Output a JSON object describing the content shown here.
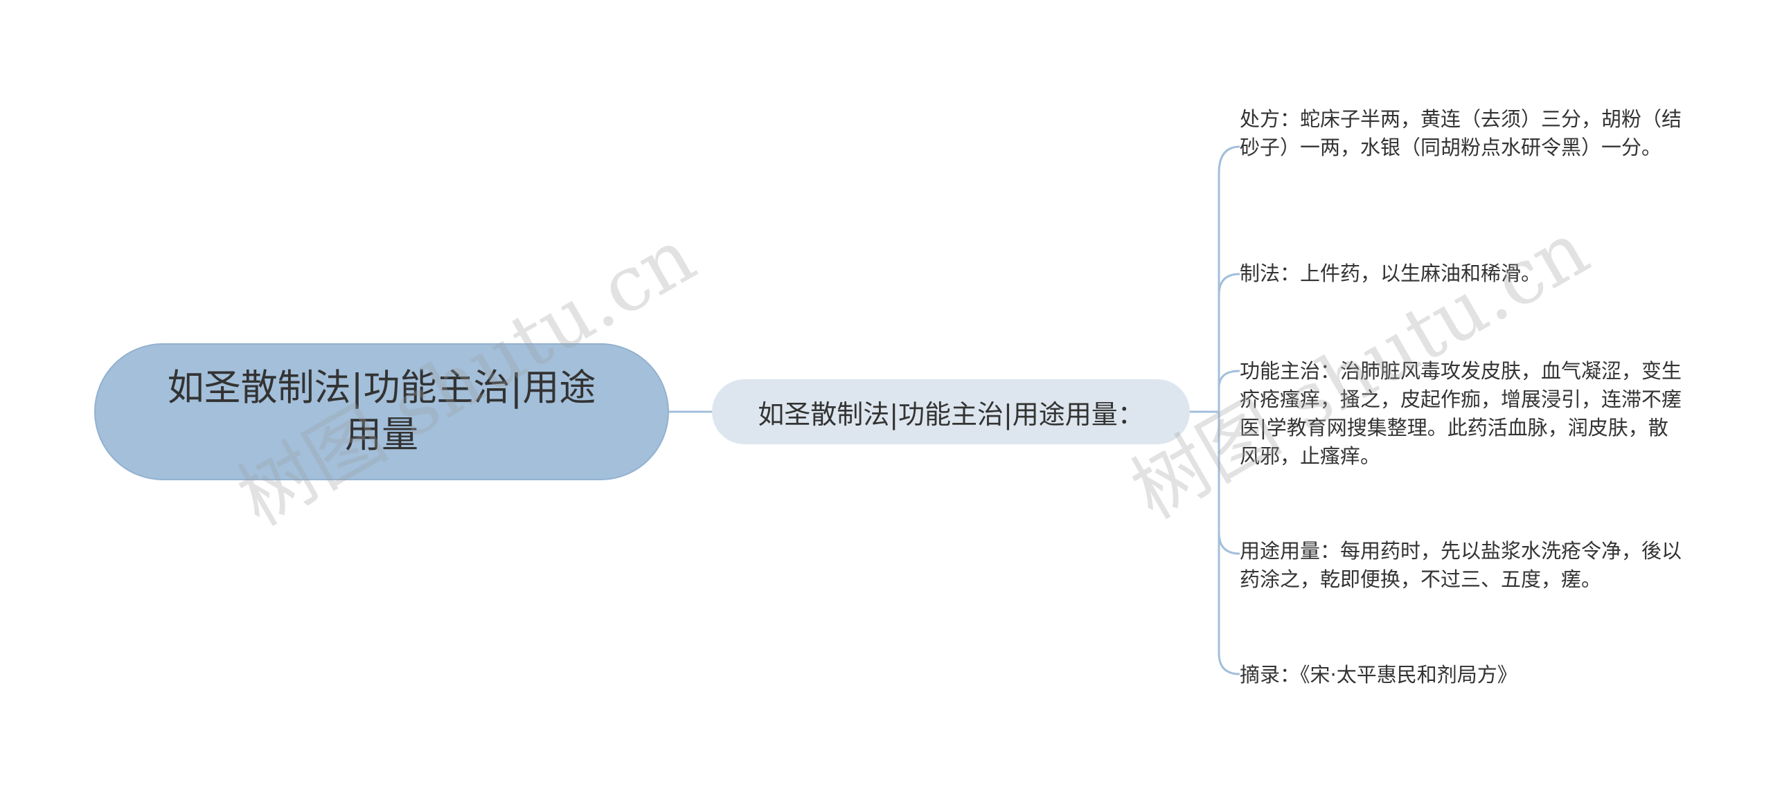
{
  "root": {
    "title": "如圣散制法|功能主治|用途用量"
  },
  "branch": {
    "label": "如圣散制法|功能主治|用途用量："
  },
  "leaves": [
    "处方：蛇床子半两，黄连（去须）三分，胡粉（结砂子）一两，水银（同胡粉点水研令黑）一分。",
    "制法：上件药，以生麻油和稀滑。",
    "功能主治：治肺脏风毒攻发皮肤，血气凝涩，变生疥疮瘙痒，搔之，皮起作痂，增展浸引，连滞不瘥医|学教育网搜集整理。此药活血脉，润皮肤，散风邪，止瘙痒。",
    "用途用量：每用药时，先以盐浆水洗疮令净，後以药涂之，乾即便换，不过三、五度，瘥。",
    "摘录：《宋·太平惠民和剂局方》"
  ],
  "watermarks": [
    "树图 shutu.cn",
    "树图 shutu.cn"
  ],
  "colors": {
    "root_fill": "#a3bfda",
    "branch_fill": "#dde6ee",
    "connector": "#a3bfda"
  }
}
